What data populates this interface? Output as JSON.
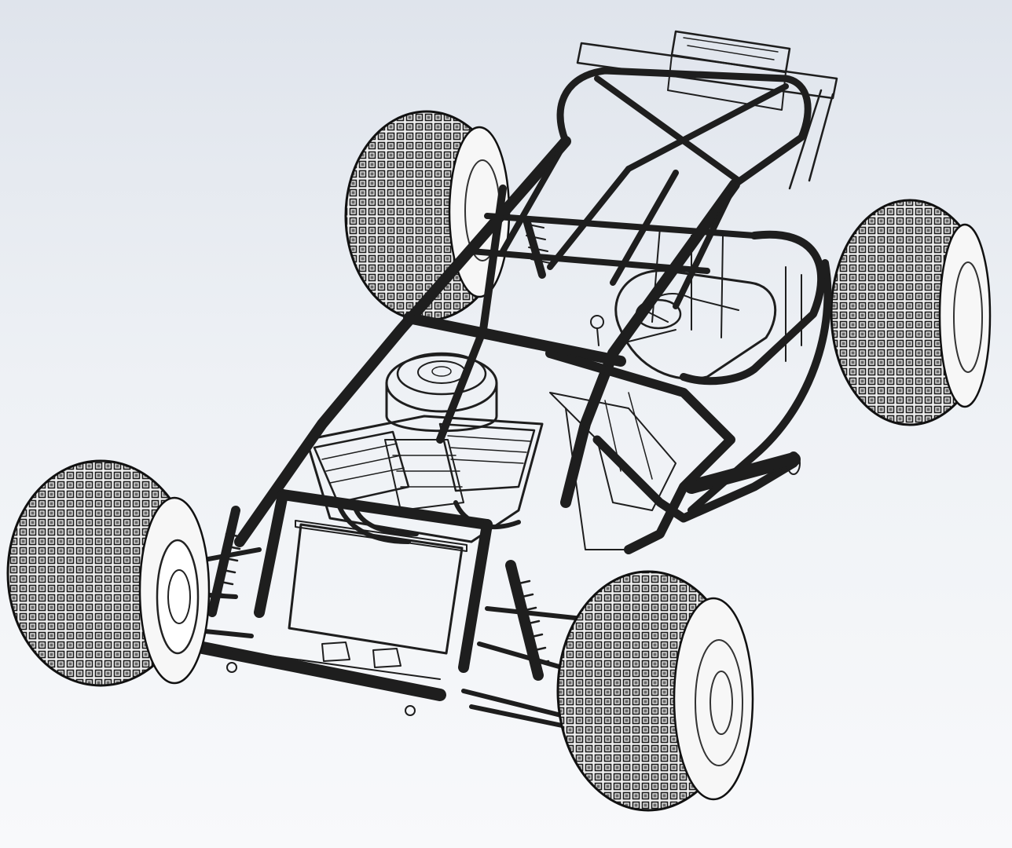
{
  "viewport": {
    "background_top": "#dfe4ec",
    "background_bottom": "#f8f9fb",
    "display_mode": "wireframe"
  },
  "model": {
    "line_color": "#1e1e1e",
    "fill_color": "#ffffff",
    "parts": [
      "roll-cage",
      "engine",
      "air-cleaner",
      "radiator",
      "front-left-tire",
      "front-right-tire",
      "rear-left-tire",
      "rear-right-tire",
      "suspension"
    ]
  }
}
